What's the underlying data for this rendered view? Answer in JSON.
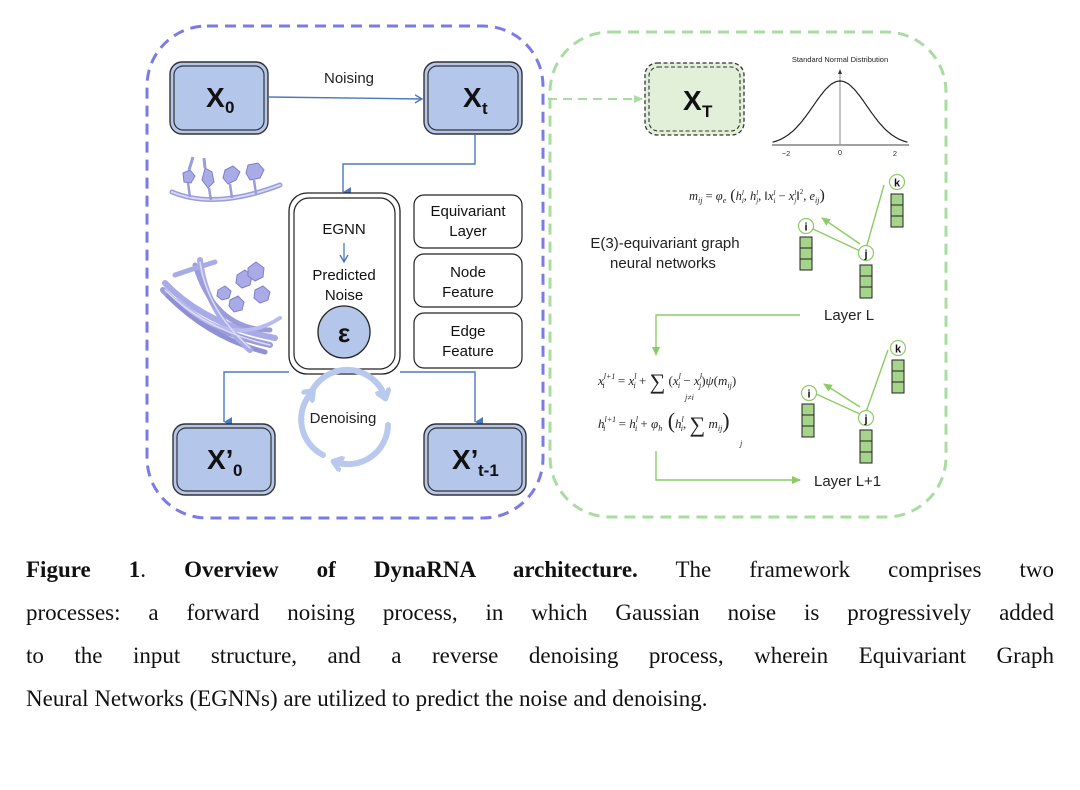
{
  "figure": {
    "left_panel": {
      "nodes": {
        "x0": {
          "main": "X",
          "sub": "0"
        },
        "xt": {
          "main": "X",
          "sub": "t"
        },
        "x0_prime": {
          "main": "X’",
          "sub": "0"
        },
        "xt1_prime": {
          "main": "X’",
          "sub": "t-1"
        }
      },
      "noising_label": "Noising",
      "denoising_label": "Denoising",
      "egnn_box": {
        "title": "EGNN",
        "predicted": "Predicted",
        "noise": "Noise",
        "epsilon": "ε"
      },
      "side_boxes": [
        {
          "line1": "Equivariant",
          "line2": "Layer"
        },
        {
          "line1": "Node",
          "line2": "Feature"
        },
        {
          "line1": "Edge",
          "line2": "Feature"
        }
      ],
      "colors": {
        "border": "#7b7be8",
        "node_fill": "#b4c6ea",
        "arrow": "#4a78c0",
        "cycle": "#b8c8ee"
      }
    },
    "right_panel": {
      "xT": {
        "main": "X",
        "sub": "T"
      },
      "normal_dist": {
        "title": "Standard Normal Distribution",
        "ticks": [
          "−2",
          "0",
          "2"
        ]
      },
      "egnn_label_line1": "E(3)-equivariant graph",
      "egnn_label_line2": "neural networks",
      "layer_L": "Layer L",
      "layer_L1": "Layer L+1",
      "node_labels": [
        "i",
        "j",
        "k"
      ],
      "equations": {
        "message": "m_ij = φ_e ( h_i^l , h_j^l , ‖x_i^l − x_j^l‖² , e_ij )",
        "coord_update": "x_i^{l+1} = x_i^l + Σ_{j≠i} (x_i^l − x_j^l) ψ(m_ij)",
        "feat_update": "h_i^{l+1} = h_i^l + φ_h ( h_i^l , Σ_j m_ij )"
      },
      "colors": {
        "border": "#a8dca0",
        "node_fill": "#a6d48a",
        "xT_fill": "#e2efd9",
        "edge": "#8ccc66"
      }
    }
  },
  "caption": {
    "label": "Figure 1",
    "sep": ". ",
    "title": "Overview of DynaRNA architecture.",
    "lines": [
      " The framework comprises two",
      "processes: a forward noising process, in which Gaussian noise is progressively added",
      "to the input structure, and a reverse denoising process, wherein Equivariant Graph",
      "Neural Networks (EGNNs) are utilized to predict the noise and denoising."
    ]
  }
}
